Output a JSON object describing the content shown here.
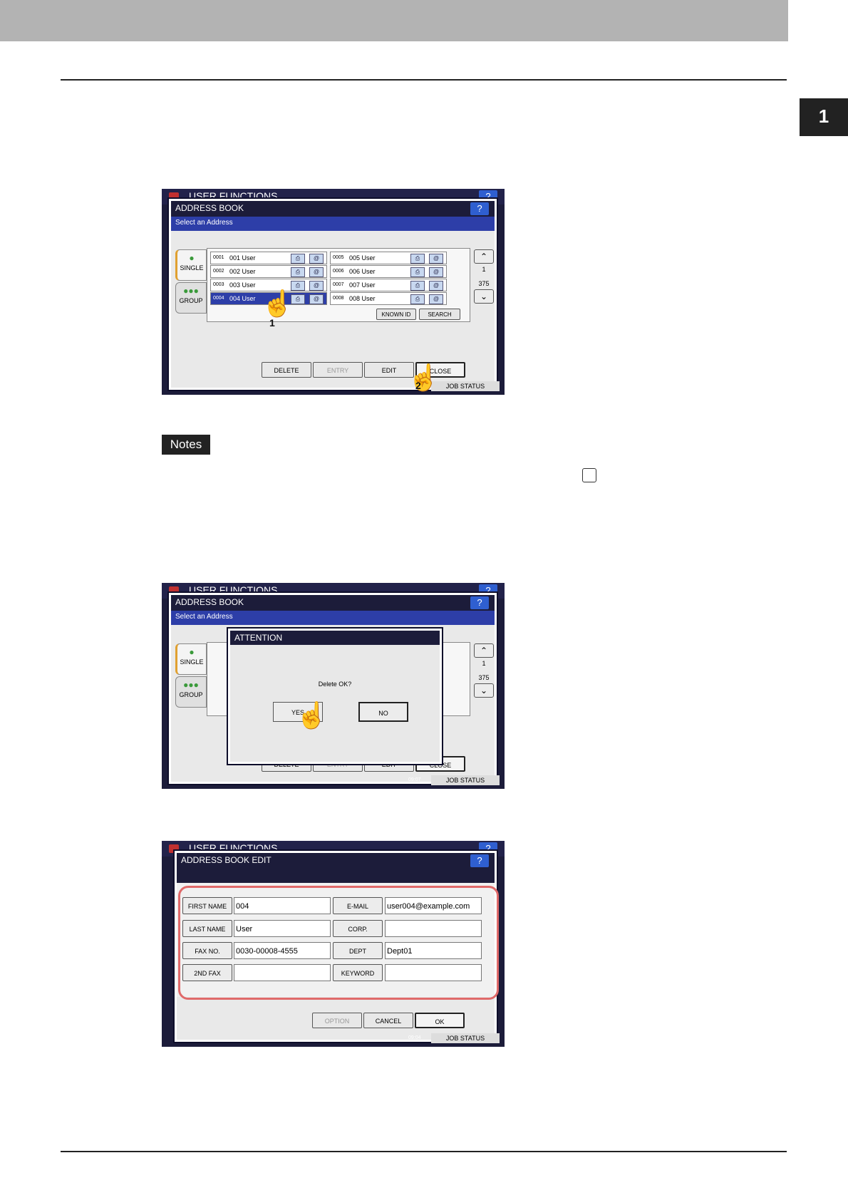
{
  "chapter": {
    "number": "1"
  },
  "notes_label": "Notes",
  "screen1": {
    "top_title": "USER FUNCTIONS",
    "help": "?",
    "window_title": "ADDRESS BOOK",
    "subtitle": "Select an Address",
    "tabs": [
      {
        "label": "SINGLE",
        "icon": "single-user-icon"
      },
      {
        "label": "GROUP",
        "icon": "group-icon"
      }
    ],
    "entries": [
      {
        "num": "0001",
        "name": "001 User"
      },
      {
        "num": "0002",
        "name": "002 User"
      },
      {
        "num": "0003",
        "name": "003 User"
      },
      {
        "num": "0004",
        "name": "004 User"
      },
      {
        "num": "0005",
        "name": "005 User"
      },
      {
        "num": "0006",
        "name": "006 User"
      },
      {
        "num": "0007",
        "name": "007 User"
      },
      {
        "num": "0008",
        "name": "008 User"
      }
    ],
    "selected_entry": "004 User",
    "known_id": "KNOWN ID",
    "search": "SEARCH",
    "page_current": "1",
    "page_total": "375",
    "buttons": {
      "delete": "DELETE",
      "entry": "ENTRY",
      "edit": "EDIT",
      "close": "CLOSE"
    },
    "job_status": "JOB STATUS",
    "step1": "1",
    "step2": "2"
  },
  "screen2": {
    "top_title": "USER FUNCTIONS",
    "window_title": "ADDRESS BOOK",
    "subtitle": "Select an Address",
    "dialog_title": "ATTENTION",
    "message": "Delete OK?",
    "yes": "YES",
    "no": "NO",
    "page_current": "1",
    "page_total": "375",
    "buttons": {
      "delete": "DELETE",
      "entry": "ENTRY",
      "edit": "EDIT",
      "close": "CLOSE"
    },
    "job_status": "JOB STATUS",
    "time": "09:07"
  },
  "screen3": {
    "top_title": "USER FUNCTIONS",
    "window_title": "ADDRESS BOOK EDIT",
    "fields": {
      "first_name": {
        "label": "FIRST NAME",
        "value": "004"
      },
      "last_name": {
        "label": "LAST NAME",
        "value": "User"
      },
      "fax_no": {
        "label": "FAX NO.",
        "value": "0030-00008-4555"
      },
      "second_fax": {
        "label": "2ND FAX",
        "value": ""
      },
      "email": {
        "label": "E-MAIL",
        "value": "user004@example.com"
      },
      "corp": {
        "label": "CORP.",
        "value": ""
      },
      "dept": {
        "label": "DEPT",
        "value": "Dept01"
      },
      "keyword": {
        "label": "KEYWORD",
        "value": ""
      }
    },
    "buttons": {
      "option": "OPTION",
      "cancel": "CANCEL",
      "ok": "OK"
    },
    "job_status": "JOB STATUS",
    "time": "09:04"
  }
}
